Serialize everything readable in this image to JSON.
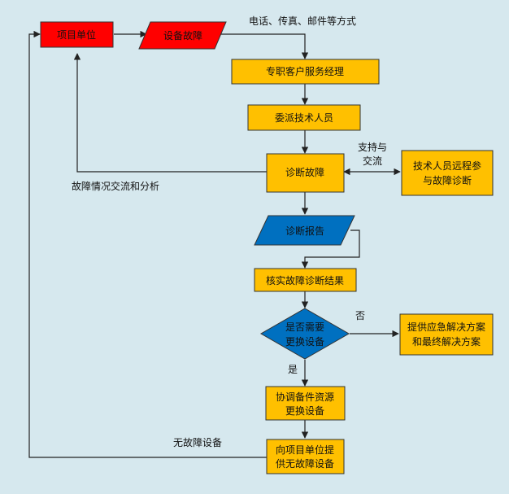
{
  "colors": {
    "background": "#d6e8ee",
    "red": "#ff0000",
    "orange": "#ffc000",
    "blue": "#0070c0",
    "border": "#333333",
    "line": "#222222"
  },
  "nodes": {
    "project_unit": "项目单位",
    "device_fault": "设备故障",
    "account_manager": "专职客户服务经理",
    "assign_tech": "委派技术人员",
    "diagnose": "诊断故障",
    "remote_tech_line1": "技术人员远程参",
    "remote_tech_line2": "与故障诊断",
    "diag_report": "诊断报告",
    "verify_result": "核实故障诊断结果",
    "decision_line1": "是否需要",
    "decision_line2": "更换设备",
    "emergency_line1": "提供应急解决方案",
    "emergency_line2": "和最终解决方案",
    "coordinate_line1": "协调备件资源",
    "coordinate_line2": "更换设备",
    "provide_line1": "向项目单位提",
    "provide_line2": "供无故障设备"
  },
  "labels": {
    "contact_methods": "电话、传真、邮件等方式",
    "support_line1": "支持与",
    "support_line2": "交流",
    "fault_analysis": "故障情况交流和分析",
    "no": "否",
    "yes": "是",
    "no_fault_device": "无故障设备"
  }
}
